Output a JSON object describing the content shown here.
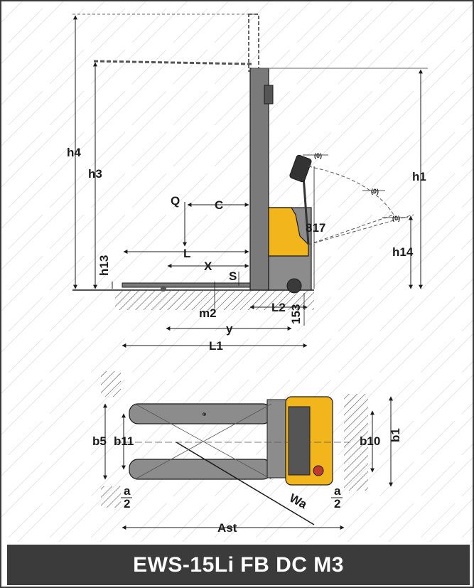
{
  "model_name": "EWS-15Li FB DC M3",
  "colors": {
    "body_yellow": "#f2b51c",
    "body_grey": "#8c8c8c",
    "dark": "#3b3b3b",
    "outline": "#1a1a1a"
  },
  "side_view": {
    "labels": {
      "h4": "h4",
      "h3": "h3",
      "h1": "h1",
      "h13": "h13",
      "h14": "h14",
      "q": "Q",
      "c": "C",
      "l": "L",
      "x": "X",
      "s": "S",
      "m2": "m2",
      "l2": "L2",
      "y": "y",
      "l1": "L1",
      "dim_817": "817",
      "dim_153": "153",
      "zero_a": "(0)",
      "zero_b": "(0)",
      "zero_c": "(0)"
    }
  },
  "top_view": {
    "labels": {
      "b5": "b5",
      "b11": "b11",
      "b10": "b10",
      "b1": "b1",
      "e": "e",
      "a_left_top": "a",
      "a_left_bottom": "2",
      "a_right_top": "a",
      "a_right_bottom": "2",
      "wa": "Wa",
      "ast": "Ast"
    }
  }
}
